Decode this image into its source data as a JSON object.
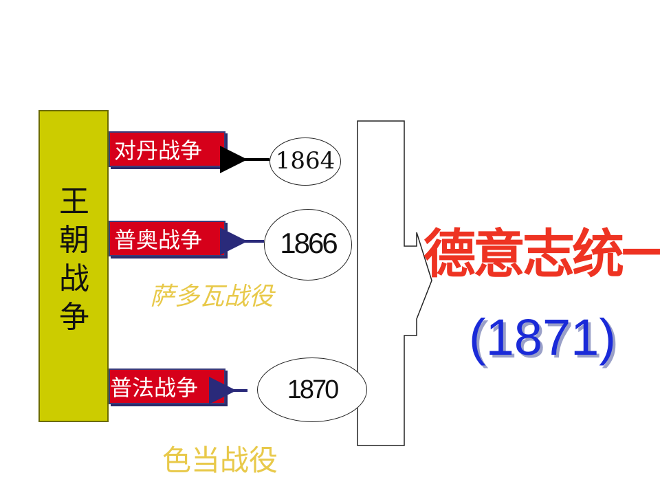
{
  "left_block": {
    "label": "王朝战争"
  },
  "wars": [
    {
      "name": "对丹战争",
      "year": "1864"
    },
    {
      "name": "普奥战争",
      "year": "1866"
    },
    {
      "name": "普法战争",
      "year": "1870"
    }
  ],
  "battles": {
    "sadowa": "萨多瓦战役",
    "sedan": "色当战役"
  },
  "unification": {
    "title": "德意志统一",
    "year": "(1871)"
  },
  "colors": {
    "block_yellow": "#cccc00",
    "war_red": "#d6001a",
    "battle_gold": "#e8c94a",
    "title_red": "#ee3322",
    "year_blue": "#1a2ad8"
  }
}
